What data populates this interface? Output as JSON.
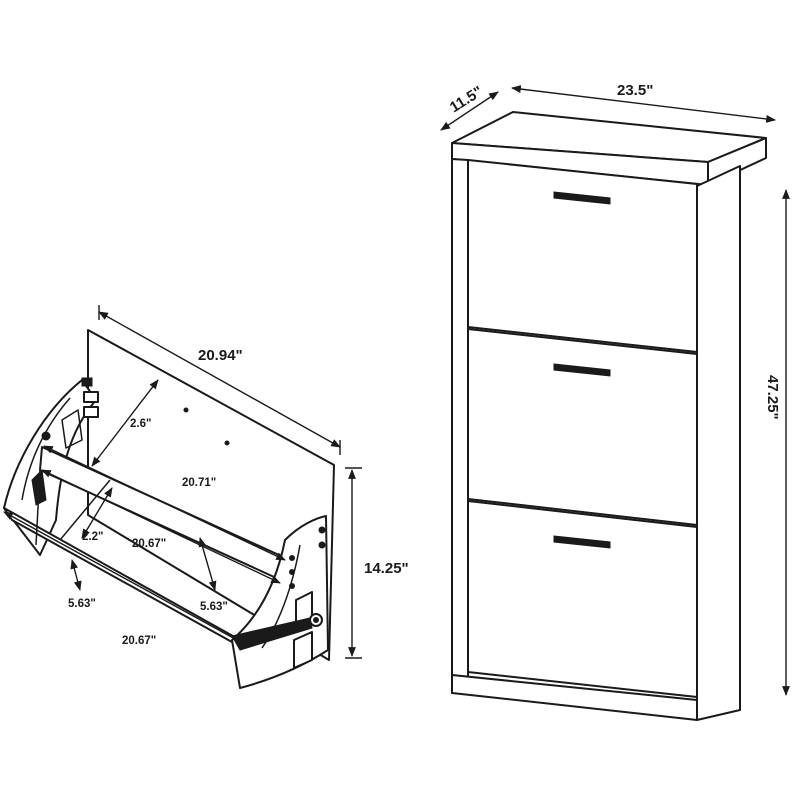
{
  "dimensions": {
    "cabinet_depth": "11.5\"",
    "cabinet_width": "23.5\"",
    "cabinet_height": "47.25\"",
    "drawer_length": "20.94\"",
    "drawer_height": "14.25\"",
    "inner_length_top": "20.71\"",
    "inner_length_mid": "20.67\"",
    "inner_length_bottom": "20.67\"",
    "panel_offset": "2.6\"",
    "bracket_offset": "2.2\"",
    "side_depth_left": "5.63\"",
    "side_depth_right": "5.63\""
  }
}
